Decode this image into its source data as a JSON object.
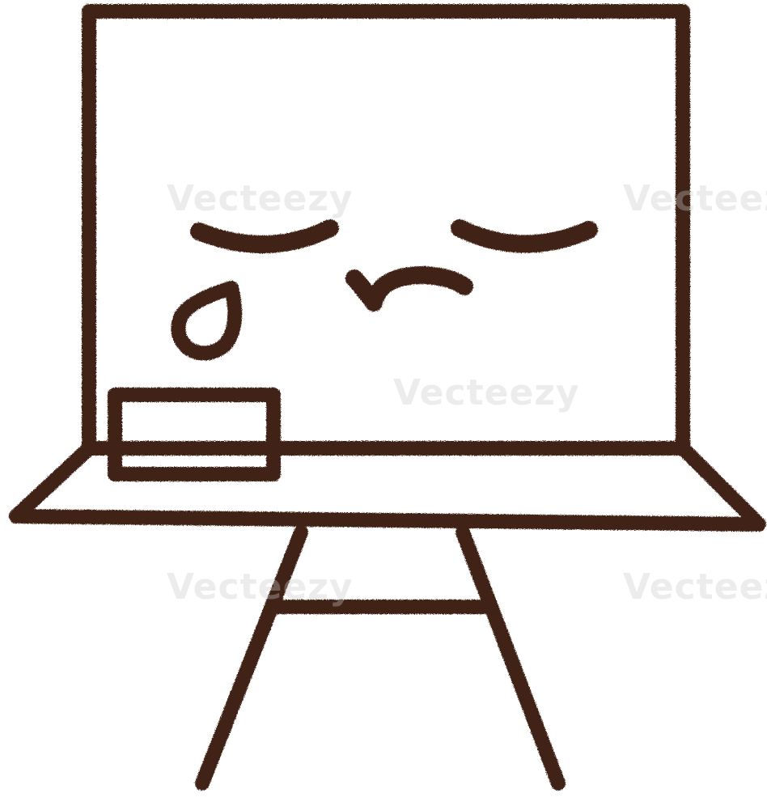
{
  "illustration": {
    "subject": "sad-easel-chalkboard",
    "style": "charcoal-drawing",
    "ink_color": "#3f2416",
    "background_color": "#ffffff",
    "expression": "crying",
    "icons": [
      "chalkboard-frame-icon",
      "closed-eye-icon",
      "tear-drop-icon",
      "frown-mouth-icon",
      "eraser-icon",
      "easel-leg-icon"
    ]
  },
  "watermark": {
    "text": "Vecteezy",
    "color": "#c8c8c8"
  }
}
